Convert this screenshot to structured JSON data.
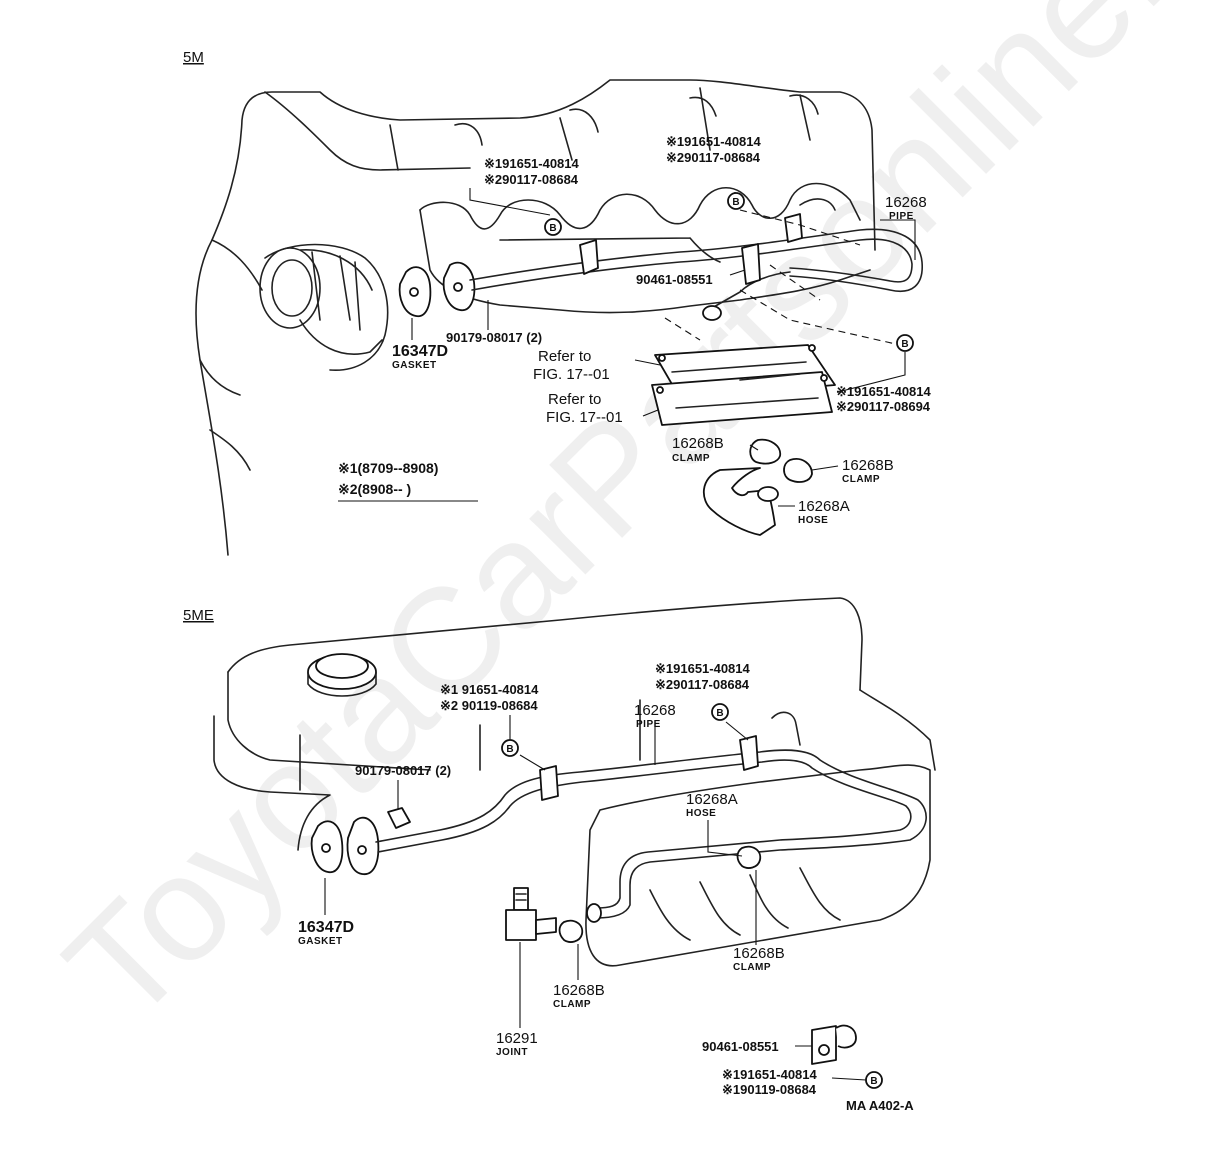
{
  "watermark": "ToyotaCarPartsonline.ru",
  "sections": {
    "top": "5M",
    "bottom": "5ME"
  },
  "top": {
    "callout_a": {
      "l1": "※191651-40814",
      "l2": "※290117-08684"
    },
    "callout_b": {
      "l1": "※191651-40814",
      "l2": "※290117-08684"
    },
    "callout_c": {
      "l1": "※191651-40814",
      "l2": "※290117-08694"
    },
    "pipe_num": "16268",
    "pipe_cap": "PIPE",
    "clip_num": "90461-08551",
    "bolt_num": "90179-08017 (2)",
    "gasket_num": "16347D",
    "gasket_cap": "GASKET",
    "ref1_l1": "Refer to",
    "ref1_l2": "FIG. 17--01",
    "ref2_l1": "Refer to",
    "ref2_l2": "FIG. 17--01",
    "clamp1_num": "16268B",
    "clamp1_cap": "CLAMP",
    "clamp2_num": "16268B",
    "clamp2_cap": "CLAMP",
    "hose_num": "16268A",
    "hose_cap": "HOSE",
    "legend": {
      "l1": "※1(8709--8908)",
      "l2": "※2(8908--        )"
    }
  },
  "bottom": {
    "callout_a": {
      "l1": "※1 91651-40814",
      "l2": "※2 90119-08684"
    },
    "callout_b": {
      "l1": "※191651-40814",
      "l2": "※290117-08684"
    },
    "pipe_num": "16268",
    "pipe_cap": "PIPE",
    "bolt_num": "90179-08017 (2)",
    "gasket_num": "16347D",
    "gasket_cap": "GASKET",
    "hose_num": "16268A",
    "hose_cap": "HOSE",
    "clamp1_num": "16268B",
    "clamp1_cap": "CLAMP",
    "clamp2_num": "16268B",
    "clamp2_cap": "CLAMP",
    "joint_num": "16291",
    "joint_cap": "JOINT",
    "detail": {
      "clip": "90461-08551",
      "l1": "※191651-40814",
      "l2": "※190119-08684"
    },
    "figure_code": "MA  A402-A"
  },
  "bolt_mark": "B"
}
